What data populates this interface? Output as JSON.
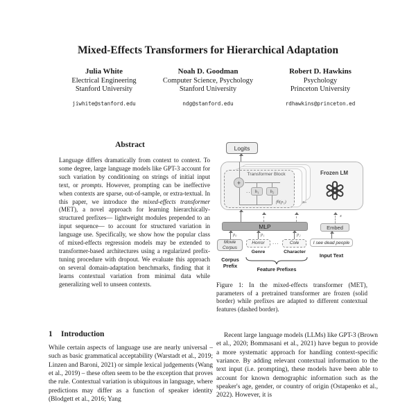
{
  "header": {
    "title": "Mixed-Effects Transformers for Hierarchical Adaptation",
    "authors": [
      {
        "name": "Julia White",
        "dept": "Electrical Engineering",
        "univ": "Stanford University",
        "email": "jiwhite@stanford.edu"
      },
      {
        "name": "Noah D. Goodman",
        "dept": "Computer Science, Psychology",
        "univ": "Stanford University",
        "email": "ndg@stanford.edu"
      },
      {
        "name": "Robert D. Hawkins",
        "dept": "Psychology",
        "univ": "Princeton University",
        "email": "rdhawkins@princeton.ed"
      }
    ]
  },
  "left": {
    "abstract_heading": "Abstract",
    "abstract_segments": [
      {
        "t": "Language differs dramatically from context to context. To some degree, large language models like GPT-3 account for such variation by conditioning on strings of initial input text, or "
      },
      {
        "t": "prompts",
        "i": true
      },
      {
        "t": ". However, prompting can be ineffective when contexts are sparse, out-of-sample, or extra-textual. In this paper, we introduce the "
      },
      {
        "t": "mixed-effects transformer",
        "i": true
      },
      {
        "t": " (MET), a novel approach for learning hierarchically-structured prefixes— lightweight modules prepended to an input sequence— to account for structured variation in language use. Specifically, we show how the popular class of mixed-effects regression models may be extended to transformer-based architectures using a regularized prefix-tuning procedure with dropout. We evaluate this approach on several domain-adaptation benchmarks, finding that it learns contextual variation from minimal data while generalizing well to unseen contexts."
      }
    ],
    "section_number": "1",
    "section_title": "Introduction",
    "intro_text": "While certain aspects of language use are nearly universal – such as basic grammatical acceptability (Warstadt et al., 2019; Linzen and Baroni, 2021) or simple lexical judgements (Wang et al., 2019) – these often seem to be the exception that proves the rule. Contextual variation is ubiquitous in language, where predictions may differ as a function of speaker identity (Blodgett et al., 2016; Yang"
  },
  "right": {
    "body_text": "Recent large language models (LLMs) like GPT-3 (Brown et al., 2020; Bommasani et al., 2021) have begun to provide a more systematic approach for handling context-specific variance. By adding relevant contextual information to the text input (i.e. prompting), these models have been able to account for known demographic information such as the speaker's age, gender, or country of origin (Ostapenko et al., 2022). However, it is"
  },
  "figure": {
    "logits": "Logits",
    "transformer_block": "Transformer Block",
    "plus": "+",
    "dots_inner": "...",
    "h1": "h₁",
    "h2": "h₂",
    "f_label": "fθ(p₁)",
    "stack_label": "xₙ",
    "frozen_lm": "Frozen LM",
    "mlp": "MLP",
    "embed": "Embed",
    "p0": "p₀",
    "p1": "p₁",
    "p2": "p₂",
    "x_label": "x",
    "movie_corpus": "Movie Corpus",
    "horror": "Horror",
    "dots_prefix": "...",
    "cole": "Cole",
    "input_example": "I see dead people",
    "genre": "Genre",
    "character": "Character",
    "input_text": "Input Text",
    "corpus_prefix": "Corpus Prefix",
    "feature_prefixes": "Feature Prefixes",
    "caption": "Figure 1: In the mixed-effects transformer (MET), parameters of a pretrained transformer are frozen (solid border) while prefixes are adapted to different contextual features (dashed border)."
  },
  "colors": {
    "page_bg": "#ffffff",
    "text": "#1c1c1c",
    "figure_fill": "#f6f6f6",
    "mlp_fill": "#ababab"
  }
}
